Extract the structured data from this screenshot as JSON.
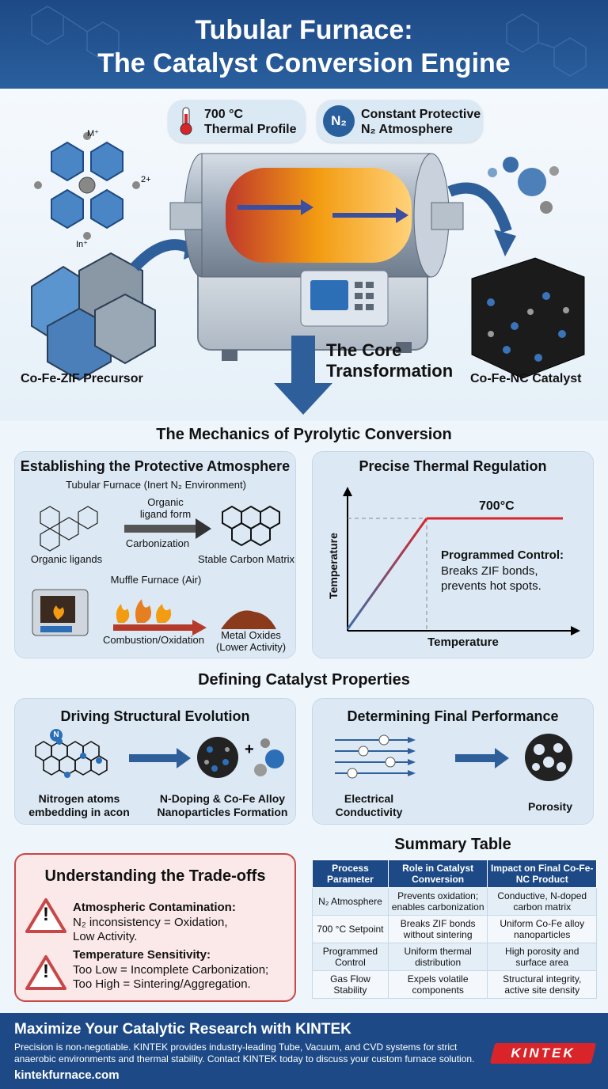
{
  "header": {
    "title_line1": "Tubular Furnace:",
    "title_line2": "The Catalyst Conversion Engine"
  },
  "hero": {
    "callout_temp_l1": "700 °C",
    "callout_temp_l2": "Thermal Profile",
    "callout_n2_badge": "N₂",
    "callout_n2_l1": "Constant Protective",
    "callout_n2_l2": "N₂ Atmosphere",
    "ion_top": "M⁺",
    "ion_right": "2+",
    "ion_bottom": "In⁺",
    "precursor_label": "Co-Fe-ZIF Precursor",
    "core_l1": "The Core",
    "core_l2": "Transformation",
    "catalyst_label": "Co-Fe-NC Catalyst"
  },
  "mechanics": {
    "title": "The Mechanics of Pyrolytic Conversion",
    "atmosphere": {
      "title": "Establishing the Protective Atmosphere",
      "tubular_caption": "Tubular Furnace (Inert N₂ Environment)",
      "arrow_top_l1": "Organic",
      "arrow_top_l2": "ligand form",
      "arrow_bottom": "Carbonization",
      "organic_label": "Organic ligands",
      "stable_label": "Stable Carbon Matrix",
      "muffle_caption": "Muffle Furnace (Air)",
      "combustion_label": "Combustion/Oxidation",
      "oxides_l1": "Metal Oxides",
      "oxides_l2": "(Lower Activity)"
    },
    "thermal": {
      "title": "Precise Thermal Regulation",
      "setpoint": "700°C",
      "ylabel": "Temperature",
      "xlabel": "Temperature",
      "control_title": "Programmed Control:",
      "control_l1": "Breaks ZIF bonds,",
      "control_l2": "prevents hot spots."
    }
  },
  "properties": {
    "title": "Defining Catalyst Properties",
    "structural": {
      "title": "Driving Structural Evolution",
      "n_badge": "N",
      "nitrogen_l1": "Nitrogen atoms",
      "nitrogen_l2": "embedding in acon",
      "plus": "+",
      "doping_l1": "N-Doping & Co-Fe Alloy",
      "doping_l2": "Nanoparticles Formation"
    },
    "performance": {
      "title": "Determining Final Performance",
      "conductivity_l1": "Electrical",
      "conductivity_l2": "Conductivity",
      "porosity": "Porosity"
    }
  },
  "tradeoffs": {
    "title": "Understanding the Trade-offs",
    "item1_title": "Atmospheric Contamination:",
    "item1_l1": "N₂ inconsistency = Oxidation,",
    "item1_l2": "Low Activity.",
    "item2_title": "Temperature Sensitivity:",
    "item2_l1": "Too Low = Incomplete Carbonization;",
    "item2_l2": "Too High = Sintering/Aggregation.",
    "warning_glyph": "!"
  },
  "summary": {
    "title": "Summary Table",
    "headers": [
      "Process Parameter",
      "Role in Catalyst Conversion",
      "Impact on Final Co-Fe-NC Product"
    ],
    "rows": [
      [
        "N₂ Atmosphere",
        "Prevents oxidation; enables carbonization",
        "Conductive, N-doped carbon matrix"
      ],
      [
        "700 °C Setpoint",
        "Breaks ZIF bonds without sintering",
        "Uniform Co-Fe alloy nanoparticles"
      ],
      [
        "Programmed Control",
        "Uniform thermal distribution",
        "High porosity and surface area"
      ],
      [
        "Gas Flow Stability",
        "Expels volatile components",
        "Structural integrity, active site density"
      ]
    ]
  },
  "footer": {
    "title": "Maximize Your Catalytic Research with KINTEK",
    "body_l1": "Precision is non-negotiable. KINTEK provides industry-leading Tube, Vacuum, and CVD systems for strict",
    "body_l2": "anaerobic environments and thermal stability. Contact KINTEK today to discuss your custom furnace solution.",
    "url": "kintekfurnace.com",
    "logo": "KINTEK"
  },
  "colors": {
    "navy": "#1d4a86",
    "panel": "#dce9f4",
    "red": "#c94747",
    "accent_red": "#d9252a"
  }
}
